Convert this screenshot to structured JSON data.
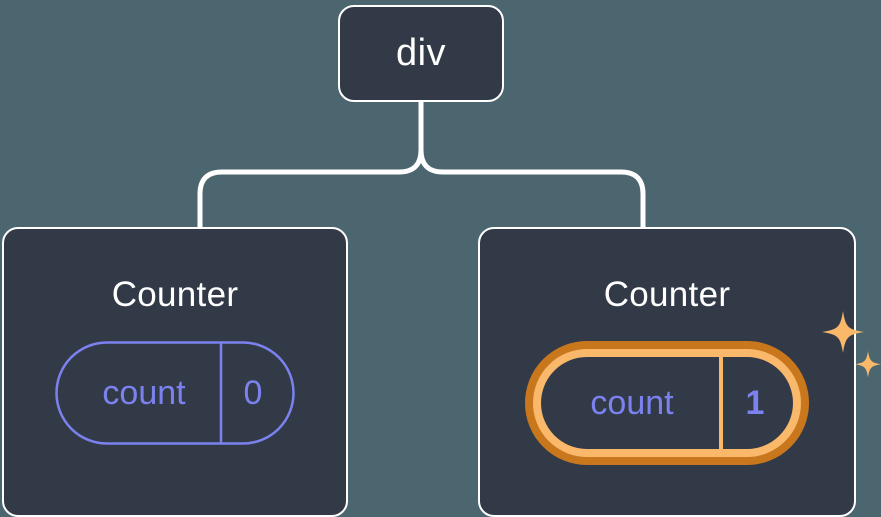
{
  "diagram": {
    "type": "component-tree",
    "background_color": "#4c6670",
    "node_fill": "#333a47",
    "node_border": "#ffffff",
    "connector_color": "#ffffff",
    "state_color": "#7b82f0",
    "highlight_outer_color": "#c8771d",
    "highlight_inner_color": "#f9b86a",
    "root": {
      "label": "div"
    },
    "children": [
      {
        "label": "Counter",
        "state": {
          "name": "count",
          "value": "0"
        },
        "highlighted": false,
        "sparkle": false
      },
      {
        "label": "Counter",
        "state": {
          "name": "count",
          "value": "1"
        },
        "highlighted": true,
        "sparkle": true
      }
    ]
  },
  "icons": {
    "sparkle_large": "sparkle-icon",
    "sparkle_small": "sparkle-icon"
  }
}
